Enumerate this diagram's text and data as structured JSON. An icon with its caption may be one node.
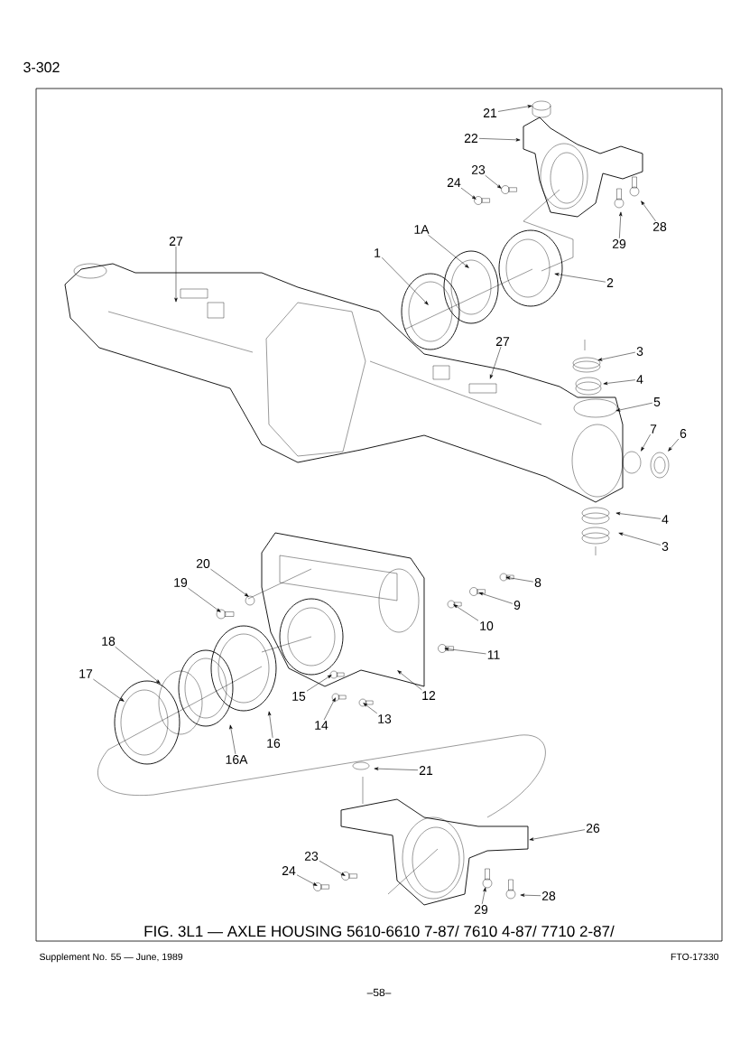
{
  "diagram": {
    "caption": "FIG. 3L1 — AXLE HOUSING 5610-6610 7-87/ 7610 4-87/ 7710 2-87/",
    "nodes": [
      {
        "text": [
          "21"
        ]
      },
      {
        "text": [
          "22"
        ]
      },
      {
        "text": [
          "23"
        ]
      },
      {
        "text": [
          "24"
        ]
      },
      {
        "text": [
          "28"
        ]
      },
      {
        "text": [
          "29"
        ]
      },
      {
        "text": [
          "27"
        ]
      },
      {
        "text": [
          "1A"
        ]
      },
      {
        "text": [
          "1"
        ]
      },
      {
        "text": [
          "2"
        ]
      },
      {
        "text": [
          "27"
        ]
      },
      {
        "text": [
          "3"
        ]
      },
      {
        "text": [
          "4"
        ]
      },
      {
        "text": [
          "5"
        ]
      },
      {
        "text": [
          "7"
        ]
      },
      {
        "text": [
          "6"
        ]
      },
      {
        "text": [
          "4"
        ]
      },
      {
        "text": [
          "3"
        ]
      },
      {
        "text": [
          "20"
        ]
      },
      {
        "text": [
          "19"
        ]
      },
      {
        "text": [
          "8"
        ]
      },
      {
        "text": [
          "9"
        ]
      },
      {
        "text": [
          "10"
        ]
      },
      {
        "text": [
          "11"
        ]
      },
      {
        "text": [
          "18"
        ]
      },
      {
        "text": [
          "17"
        ]
      },
      {
        "text": [
          "12"
        ]
      },
      {
        "text": [
          "15"
        ]
      },
      {
        "text": [
          "13"
        ]
      },
      {
        "text": [
          "14"
        ]
      },
      {
        "text": [
          "16"
        ]
      },
      {
        "text": [
          "16A"
        ]
      },
      {
        "text": [
          "21"
        ]
      },
      {
        "text": [
          "26"
        ]
      },
      {
        "text": [
          "23"
        ]
      },
      {
        "text": [
          "24"
        ]
      },
      {
        "text": [
          "28"
        ]
      },
      {
        "text": [
          "29"
        ]
      }
    ],
    "edges": [
      {
        "from": 0,
        "to": null,
        "arrow": "to"
      },
      {
        "from": 1,
        "to": null,
        "arrow": "to"
      },
      {
        "from": 2,
        "to": null,
        "arrow": "to"
      },
      {
        "from": 3,
        "to": null,
        "arrow": "to"
      },
      {
        "from": 4,
        "to": null,
        "arrow": "to"
      },
      {
        "from": 5,
        "to": null,
        "arrow": "to"
      },
      {
        "from": 6,
        "to": null,
        "arrow": "to"
      },
      {
        "from": 7,
        "to": null,
        "arrow": "to"
      },
      {
        "from": 8,
        "to": null,
        "arrow": "to"
      },
      {
        "from": 9,
        "to": null,
        "arrow": "to"
      },
      {
        "from": 10,
        "to": null,
        "arrow": "to"
      },
      {
        "from": 11,
        "to": null,
        "arrow": "to"
      },
      {
        "from": 12,
        "to": null,
        "arrow": "to"
      },
      {
        "from": 13,
        "to": null,
        "arrow": "to"
      },
      {
        "from": 14,
        "to": null,
        "arrow": "to"
      },
      {
        "from": 15,
        "to": null,
        "arrow": "to"
      },
      {
        "from": 16,
        "to": null,
        "arrow": "to"
      },
      {
        "from": 17,
        "to": null,
        "arrow": "to"
      },
      {
        "from": 18,
        "to": null,
        "arrow": "to"
      },
      {
        "from": 19,
        "to": null,
        "arrow": "to"
      },
      {
        "from": 20,
        "to": null,
        "arrow": "to"
      },
      {
        "from": 21,
        "to": null,
        "arrow": "to"
      },
      {
        "from": 22,
        "to": null,
        "arrow": "to"
      },
      {
        "from": 23,
        "to": null,
        "arrow": "to"
      },
      {
        "from": 24,
        "to": null,
        "arrow": "to"
      },
      {
        "from": 25,
        "to": null,
        "arrow": "to"
      },
      {
        "from": 26,
        "to": null,
        "arrow": "to"
      },
      {
        "from": 27,
        "to": null,
        "arrow": "to"
      },
      {
        "from": 28,
        "to": null,
        "arrow": "to"
      },
      {
        "from": 29,
        "to": null,
        "arrow": "to"
      },
      {
        "from": 30,
        "to": null,
        "arrow": "to"
      },
      {
        "from": 31,
        "to": null,
        "arrow": "to"
      },
      {
        "from": 32,
        "to": null,
        "arrow": "to"
      },
      {
        "from": 33,
        "to": null,
        "arrow": "to"
      },
      {
        "from": 34,
        "to": null,
        "arrow": "to"
      },
      {
        "from": 35,
        "to": null,
        "arrow": "to"
      },
      {
        "from": 36,
        "to": null,
        "arrow": "to"
      },
      {
        "from": 37,
        "to": null,
        "arrow": "to"
      }
    ],
    "labels": [
      "3-302",
      "Supplement No. 55 — June, 1989",
      "FTO-17330",
      "–58–"
    ]
  }
}
